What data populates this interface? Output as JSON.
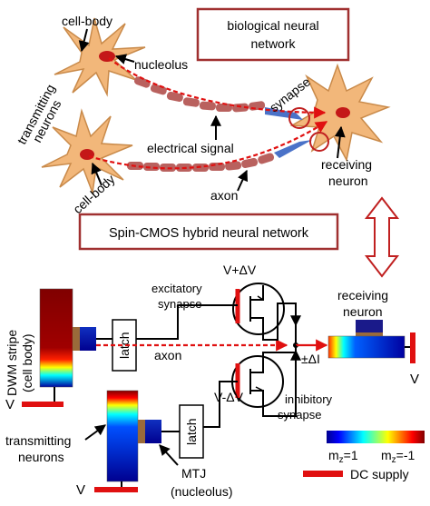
{
  "titles": {
    "biological_line1": "biological neural",
    "biological_line2": "network",
    "spin_cmos": "Spin-CMOS hybrid neural network"
  },
  "biological_labels": {
    "cell_body_top": "cell-body",
    "nucleolus": "nucleolus",
    "transmitting_line1": "transmitting",
    "transmitting_line2": "neurons",
    "synapse": "synapse",
    "electrical_signal": "electrical signal",
    "receiving_line1": "receiving",
    "receiving_line2": "neuron",
    "cell_body_bottom": "cell-body",
    "axon": "axon"
  },
  "circuit_labels": {
    "v_plus": "V+ΔV",
    "excitatory_line1": "excitatory",
    "excitatory_line2": "synapse",
    "receiving_line1": "receiving",
    "receiving_line2": "neuron",
    "dwm_line1": "DWM stripe",
    "dwm_line2": "(cell body)",
    "latch_top": "latch",
    "axon": "axon",
    "pm_delta_i": "±ΔI",
    "v_minus": "V-ΔV",
    "inhibitory_line1": "inhibitory",
    "inhibitory_line2": "synapse",
    "v_left": "V",
    "v_right": "V",
    "transmitting_line1": "transmitting",
    "transmitting_line2": "neurons",
    "latch_bottom": "latch",
    "mtj_line1": "MTJ",
    "mtj_line2": "(nucleolus)",
    "v_bottom": "V"
  },
  "legend": {
    "mz_pos": "m",
    "mz_pos_sub": "z",
    "mz_pos_val": "=1",
    "mz_neg": "m",
    "mz_neg_sub": "z",
    "mz_neg_val": "=-1",
    "dc_supply": "DC supply"
  },
  "colors": {
    "neuron_fill": "#f2b77a",
    "neuron_stroke": "#c98a4a",
    "axon_segment": "#b9615e",
    "signal_dashed": "#e01010",
    "box_border": "#a03030",
    "dc_supply": "#e01010"
  }
}
